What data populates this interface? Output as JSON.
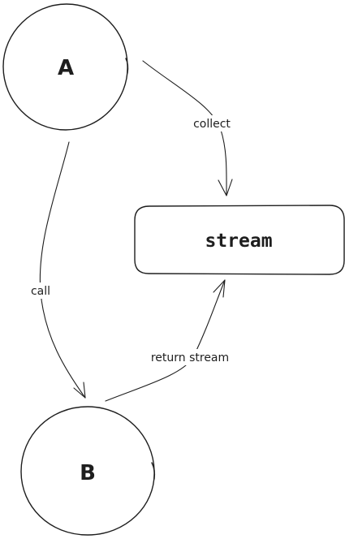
{
  "diagram": {
    "nodes": {
      "a": {
        "label": "A",
        "shape": "circle"
      },
      "b": {
        "label": "B",
        "shape": "circle"
      },
      "stream": {
        "label": "stream",
        "shape": "rounded-rectangle"
      }
    },
    "edges": {
      "collect": {
        "from": "A",
        "to": "stream",
        "label": "collect"
      },
      "call": {
        "from": "A",
        "to": "B",
        "label": "call"
      },
      "return_stream": {
        "from": "B",
        "to": "stream",
        "label": "return stream"
      }
    },
    "colors": {
      "stroke": "#1e1e1e",
      "background": "#ffffff"
    }
  }
}
